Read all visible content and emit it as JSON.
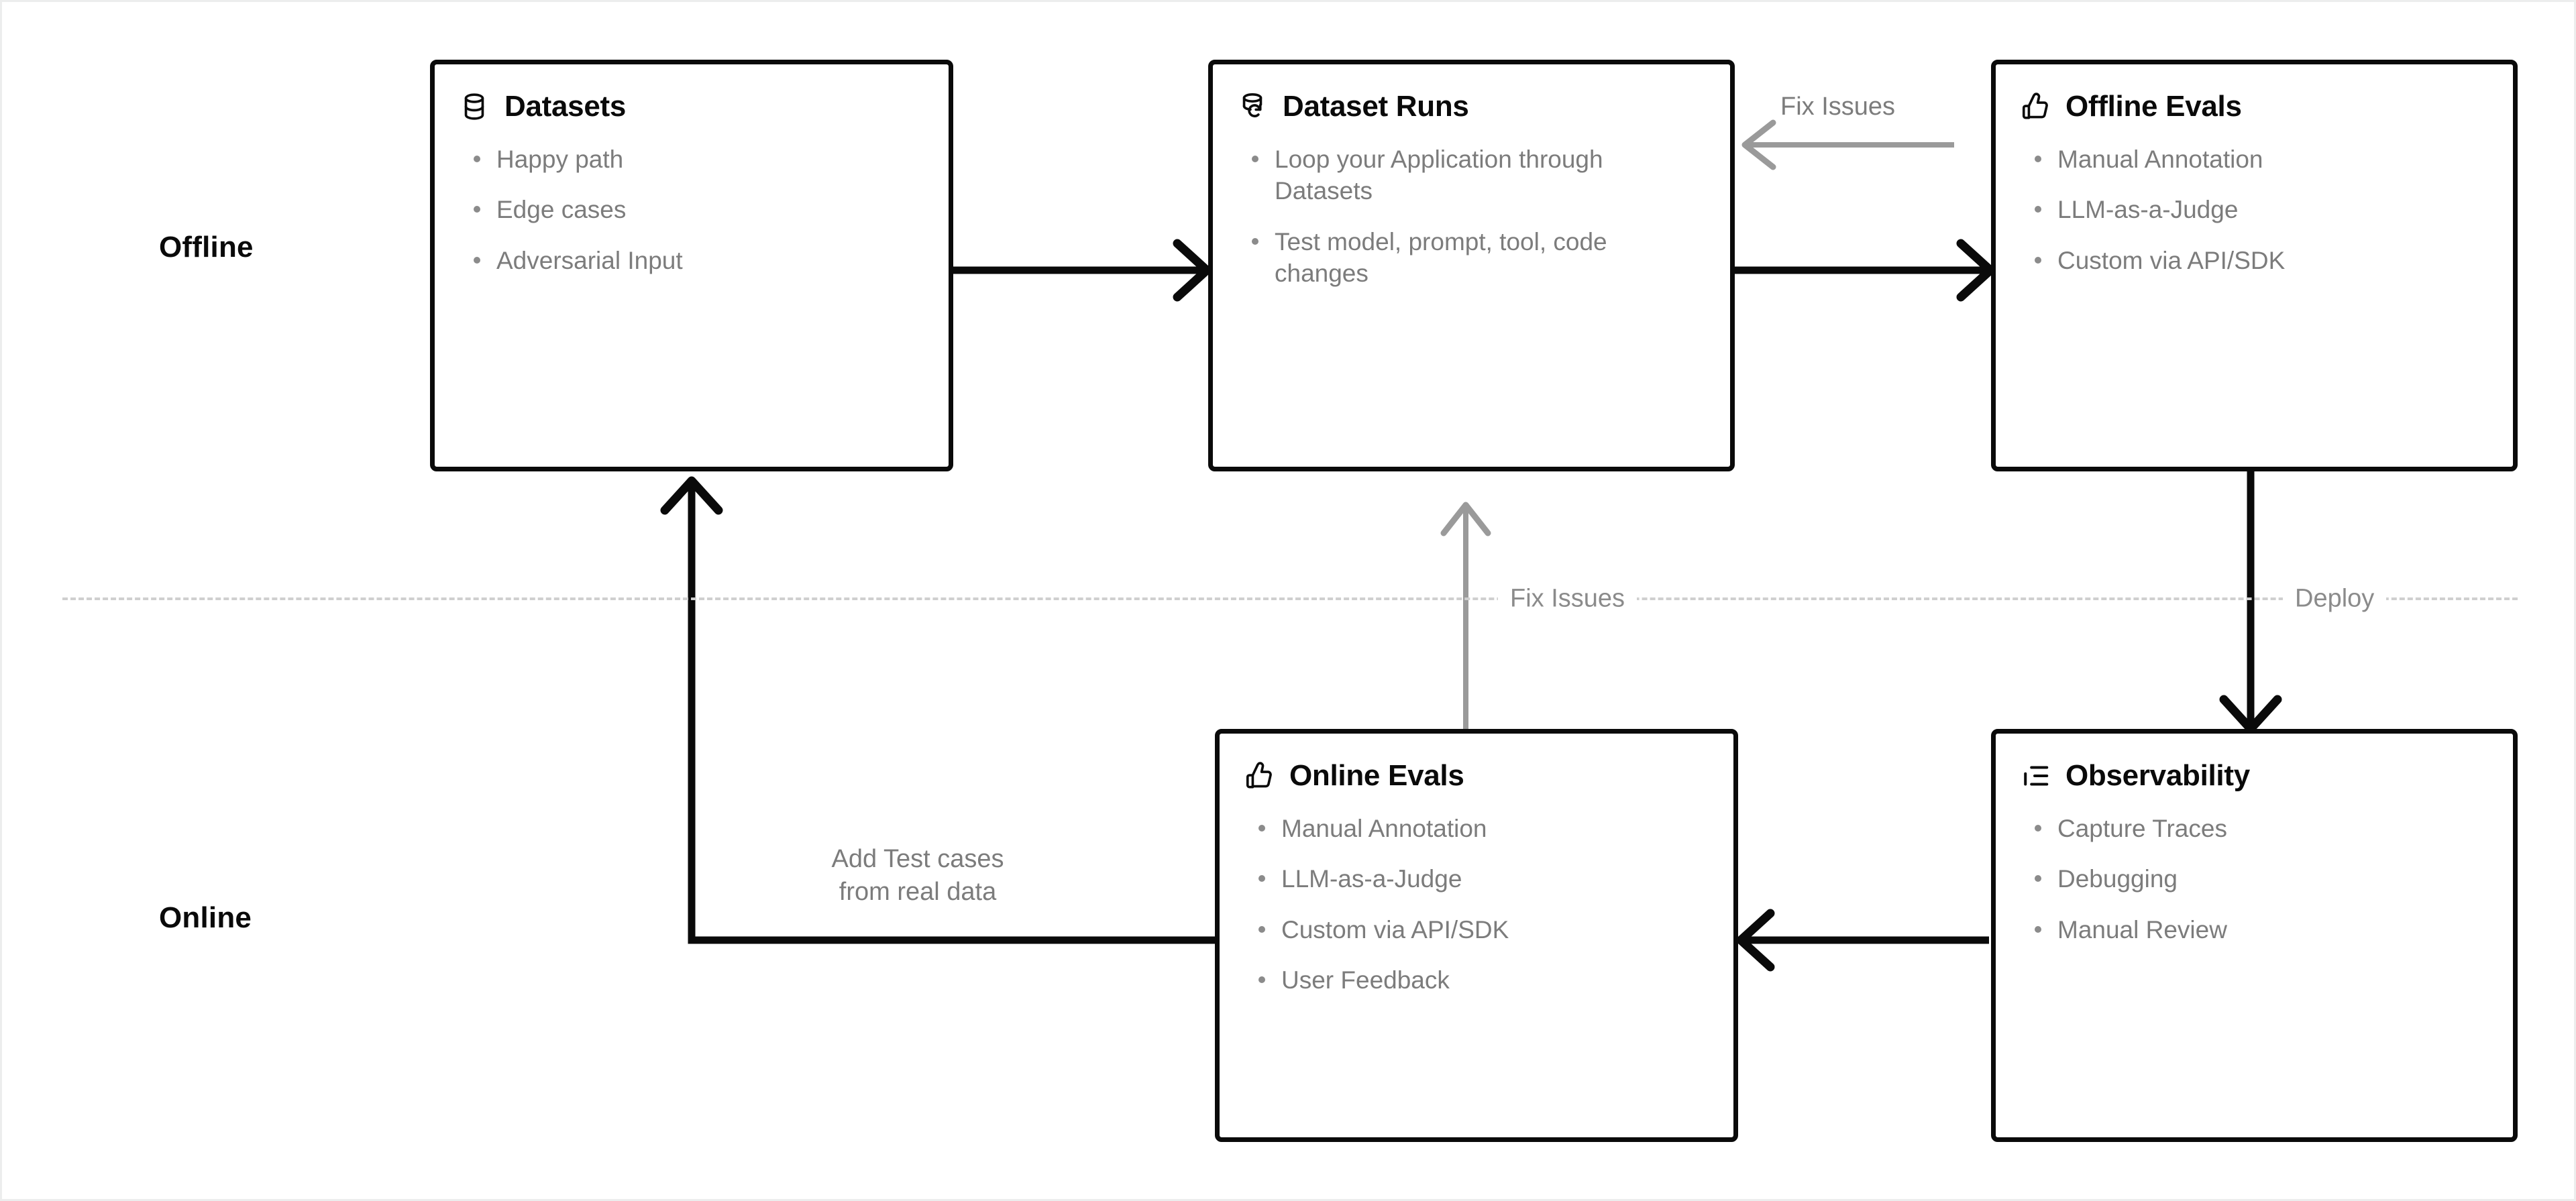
{
  "diagram": {
    "lanes": [
      {
        "label": "Offline"
      },
      {
        "label": "Online"
      }
    ],
    "nodes": [
      {
        "id": "datasets",
        "title": "Datasets",
        "icon": "database-icon",
        "bullets": [
          "Happy path",
          "Edge cases",
          "Adversarial Input"
        ]
      },
      {
        "id": "dataset-runs",
        "title": "Dataset Runs",
        "icon": "database-refresh-icon",
        "bullets": [
          "Loop your Application through Datasets",
          "Test model, prompt, tool, code changes"
        ]
      },
      {
        "id": "offline-evals",
        "title": "Offline Evals",
        "icon": "thumbs-up-icon",
        "bullets": [
          "Manual Annotation",
          "LLM-as-a-Judge",
          "Custom via API/SDK"
        ]
      },
      {
        "id": "online-evals",
        "title": "Online Evals",
        "icon": "thumbs-up-icon",
        "bullets": [
          "Manual Annotation",
          "LLM-as-a-Judge",
          "Custom via API/SDK",
          "User Feedback"
        ]
      },
      {
        "id": "observability",
        "title": "Observability",
        "icon": "list-tree-icon",
        "bullets": [
          "Capture Traces",
          "Debugging",
          "Manual Review"
        ]
      }
    ],
    "connectors": {
      "fix_issues_top": "Fix Issues",
      "fix_issues_middle": "Fix Issues",
      "deploy": "Deploy",
      "add_test_cases": "Add Test cases\nfrom real data"
    },
    "colors": {
      "stroke_strong": "#0a0a0a",
      "stroke_muted": "#9a9a9a",
      "text_muted": "#7c7c7c",
      "divider": "#cfcfcf",
      "background": "#ffffff"
    }
  }
}
